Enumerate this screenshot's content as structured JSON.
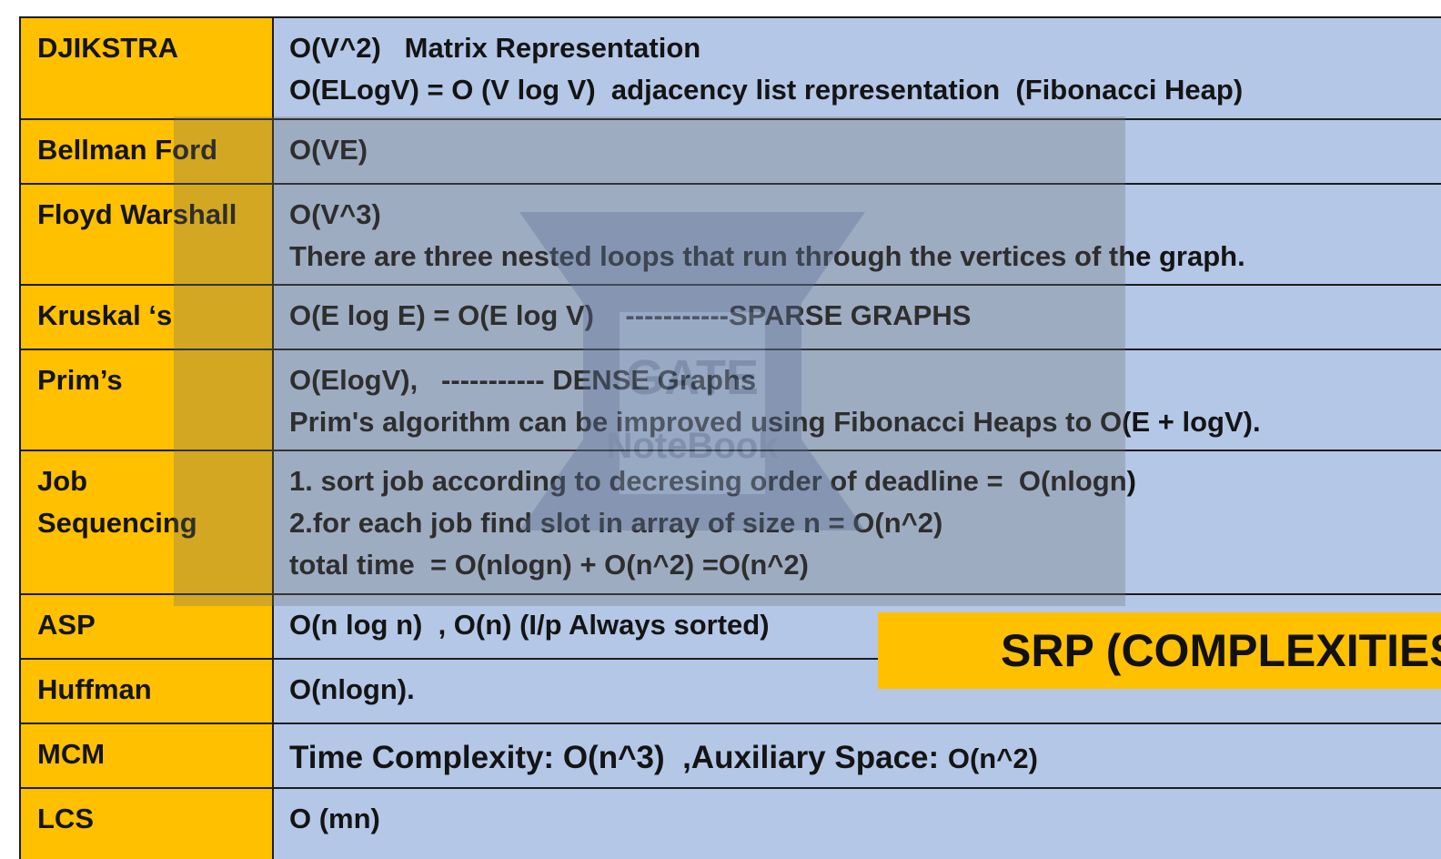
{
  "rows": [
    {
      "algorithm": [
        "DJIKSTRA"
      ],
      "complexity": [
        "O(V^2)   Matrix Representation",
        "O(ELogV) = O (V log V)  adjacency list representation  (Fibonacci Heap)"
      ]
    },
    {
      "algorithm": [
        "Bellman Ford"
      ],
      "complexity": [
        "O(VE)"
      ]
    },
    {
      "algorithm": [
        "Floyd Warshall"
      ],
      "complexity": [
        "O(V^3)",
        "There are three nested loops that run through the vertices of the graph."
      ]
    },
    {
      "algorithm": [
        "Kruskal ‘s"
      ],
      "complexity": [
        "O(E log E) = O(E log V)    -----------SPARSE GRAPHS"
      ]
    },
    {
      "algorithm": [
        "Prim’s"
      ],
      "complexity": [
        "O(ElogV),   ----------- DENSE Graphs",
        "Prim's algorithm can be improved using Fibonacci Heaps to O(E + logV)."
      ]
    },
    {
      "algorithm": [
        "Job",
        "Sequencing"
      ],
      "complexity": [
        "1. sort job according to decresing order of deadline =  O(nlogn)",
        "2.for each job find slot in array of size n = O(n^2)",
        "total time  = O(nlogn) + O(n^2) =O(n^2)"
      ]
    },
    {
      "algorithm": [
        "ASP"
      ],
      "complexity": [
        "O(n log n)  , O(n) (I/p Always sorted)"
      ]
    },
    {
      "algorithm": [
        "Huffman"
      ],
      "complexity": [
        "O(nlogn)."
      ]
    },
    {
      "algorithm": [
        "MCM"
      ],
      "complexity_large": "Time Complexity: O(n^3)  ,Auxiliary Space: ",
      "complexity_small": "O(n^2)"
    },
    {
      "algorithm": [
        "LCS"
      ],
      "complexity": [
        "O (mn)"
      ]
    }
  ],
  "banner": {
    "text": "SRP (COMPLEXITIES"
  },
  "watermark": {
    "text_line1": "GATE",
    "text_line2": "NoteBook"
  },
  "colors": {
    "algorithm_bg": "#ffc000",
    "complexity_bg": "#b4c7e7",
    "banner_bg": "#ffc000",
    "border": "#1c1c1c"
  }
}
